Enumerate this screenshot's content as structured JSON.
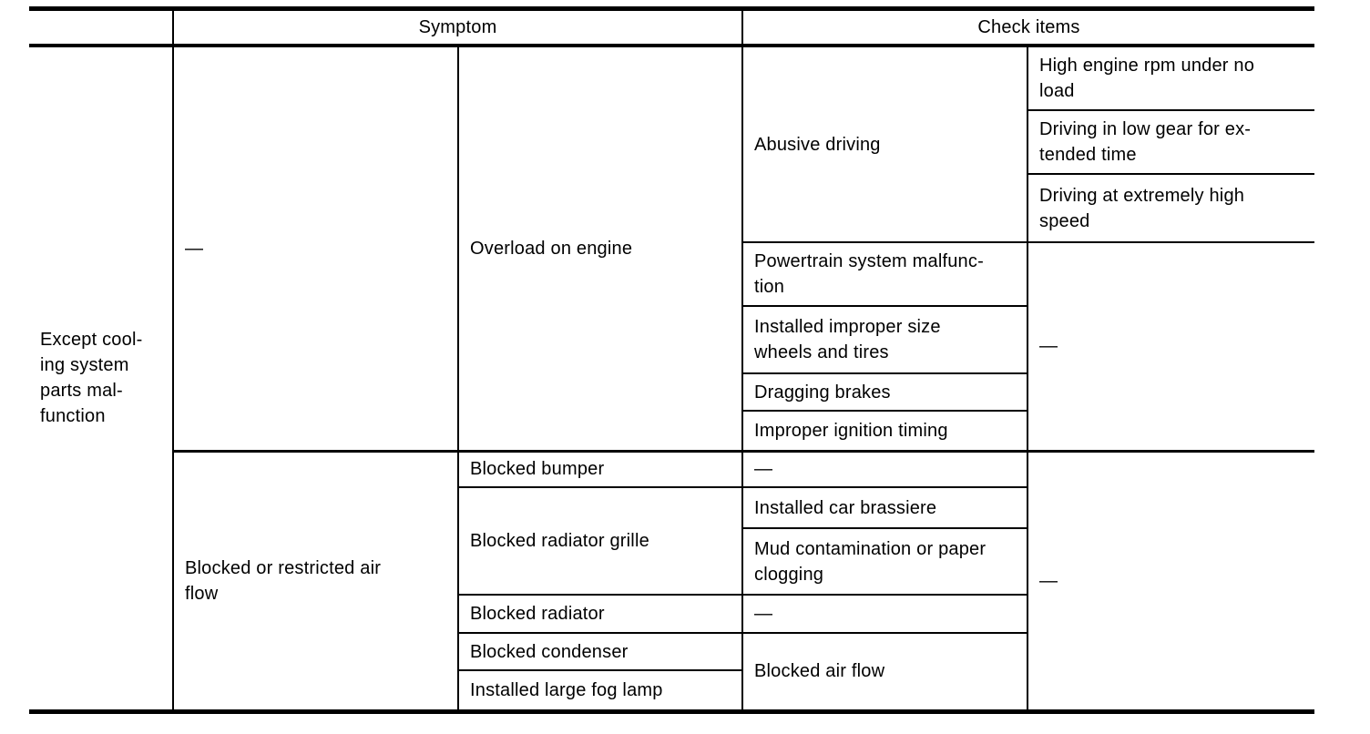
{
  "table": {
    "header": {
      "corner": "",
      "symptom": "Symptom",
      "check_items": "Check items"
    },
    "dash": "—",
    "body": {
      "category": "Except cool-\ning system\nparts mal-\nfunction",
      "group_overload": {
        "symptom_l2": "—",
        "symptom_l3": "Overload on engine",
        "check_abusive_driving": "Abusive driving",
        "abusive_sub_checks": [
          "High engine rpm under no\nload",
          "Driving in low gear for ex-\ntended time",
          "Driving at extremely high\nspeed"
        ],
        "check_powertrain": "Powertrain system malfunc-\ntion",
        "check_wheels_tires": "Installed improper size\nwheels and tires",
        "check_dragging_brakes": "Dragging brakes",
        "check_ignition_timing": "Improper ignition timing",
        "sub_check_dash": "—"
      },
      "group_blocked_air": {
        "symptom_l2": "Blocked or restricted air\nflow",
        "symptom_blocked_bumper": "Blocked bumper",
        "check_bumper_dash": "—",
        "symptom_radiator_grille": "Blocked radiator grille",
        "check_car_brassiere": "Installed car brassiere",
        "check_mud_contamination": "Mud contamination or paper\nclogging",
        "symptom_blocked_radiator": "Blocked radiator",
        "check_radiator_dash": "—",
        "symptom_blocked_condenser": "Blocked condenser",
        "symptom_large_fog_lamp": "Installed large fog lamp",
        "check_blocked_air_flow": "Blocked air flow",
        "sub_check_dash": "—"
      }
    }
  }
}
